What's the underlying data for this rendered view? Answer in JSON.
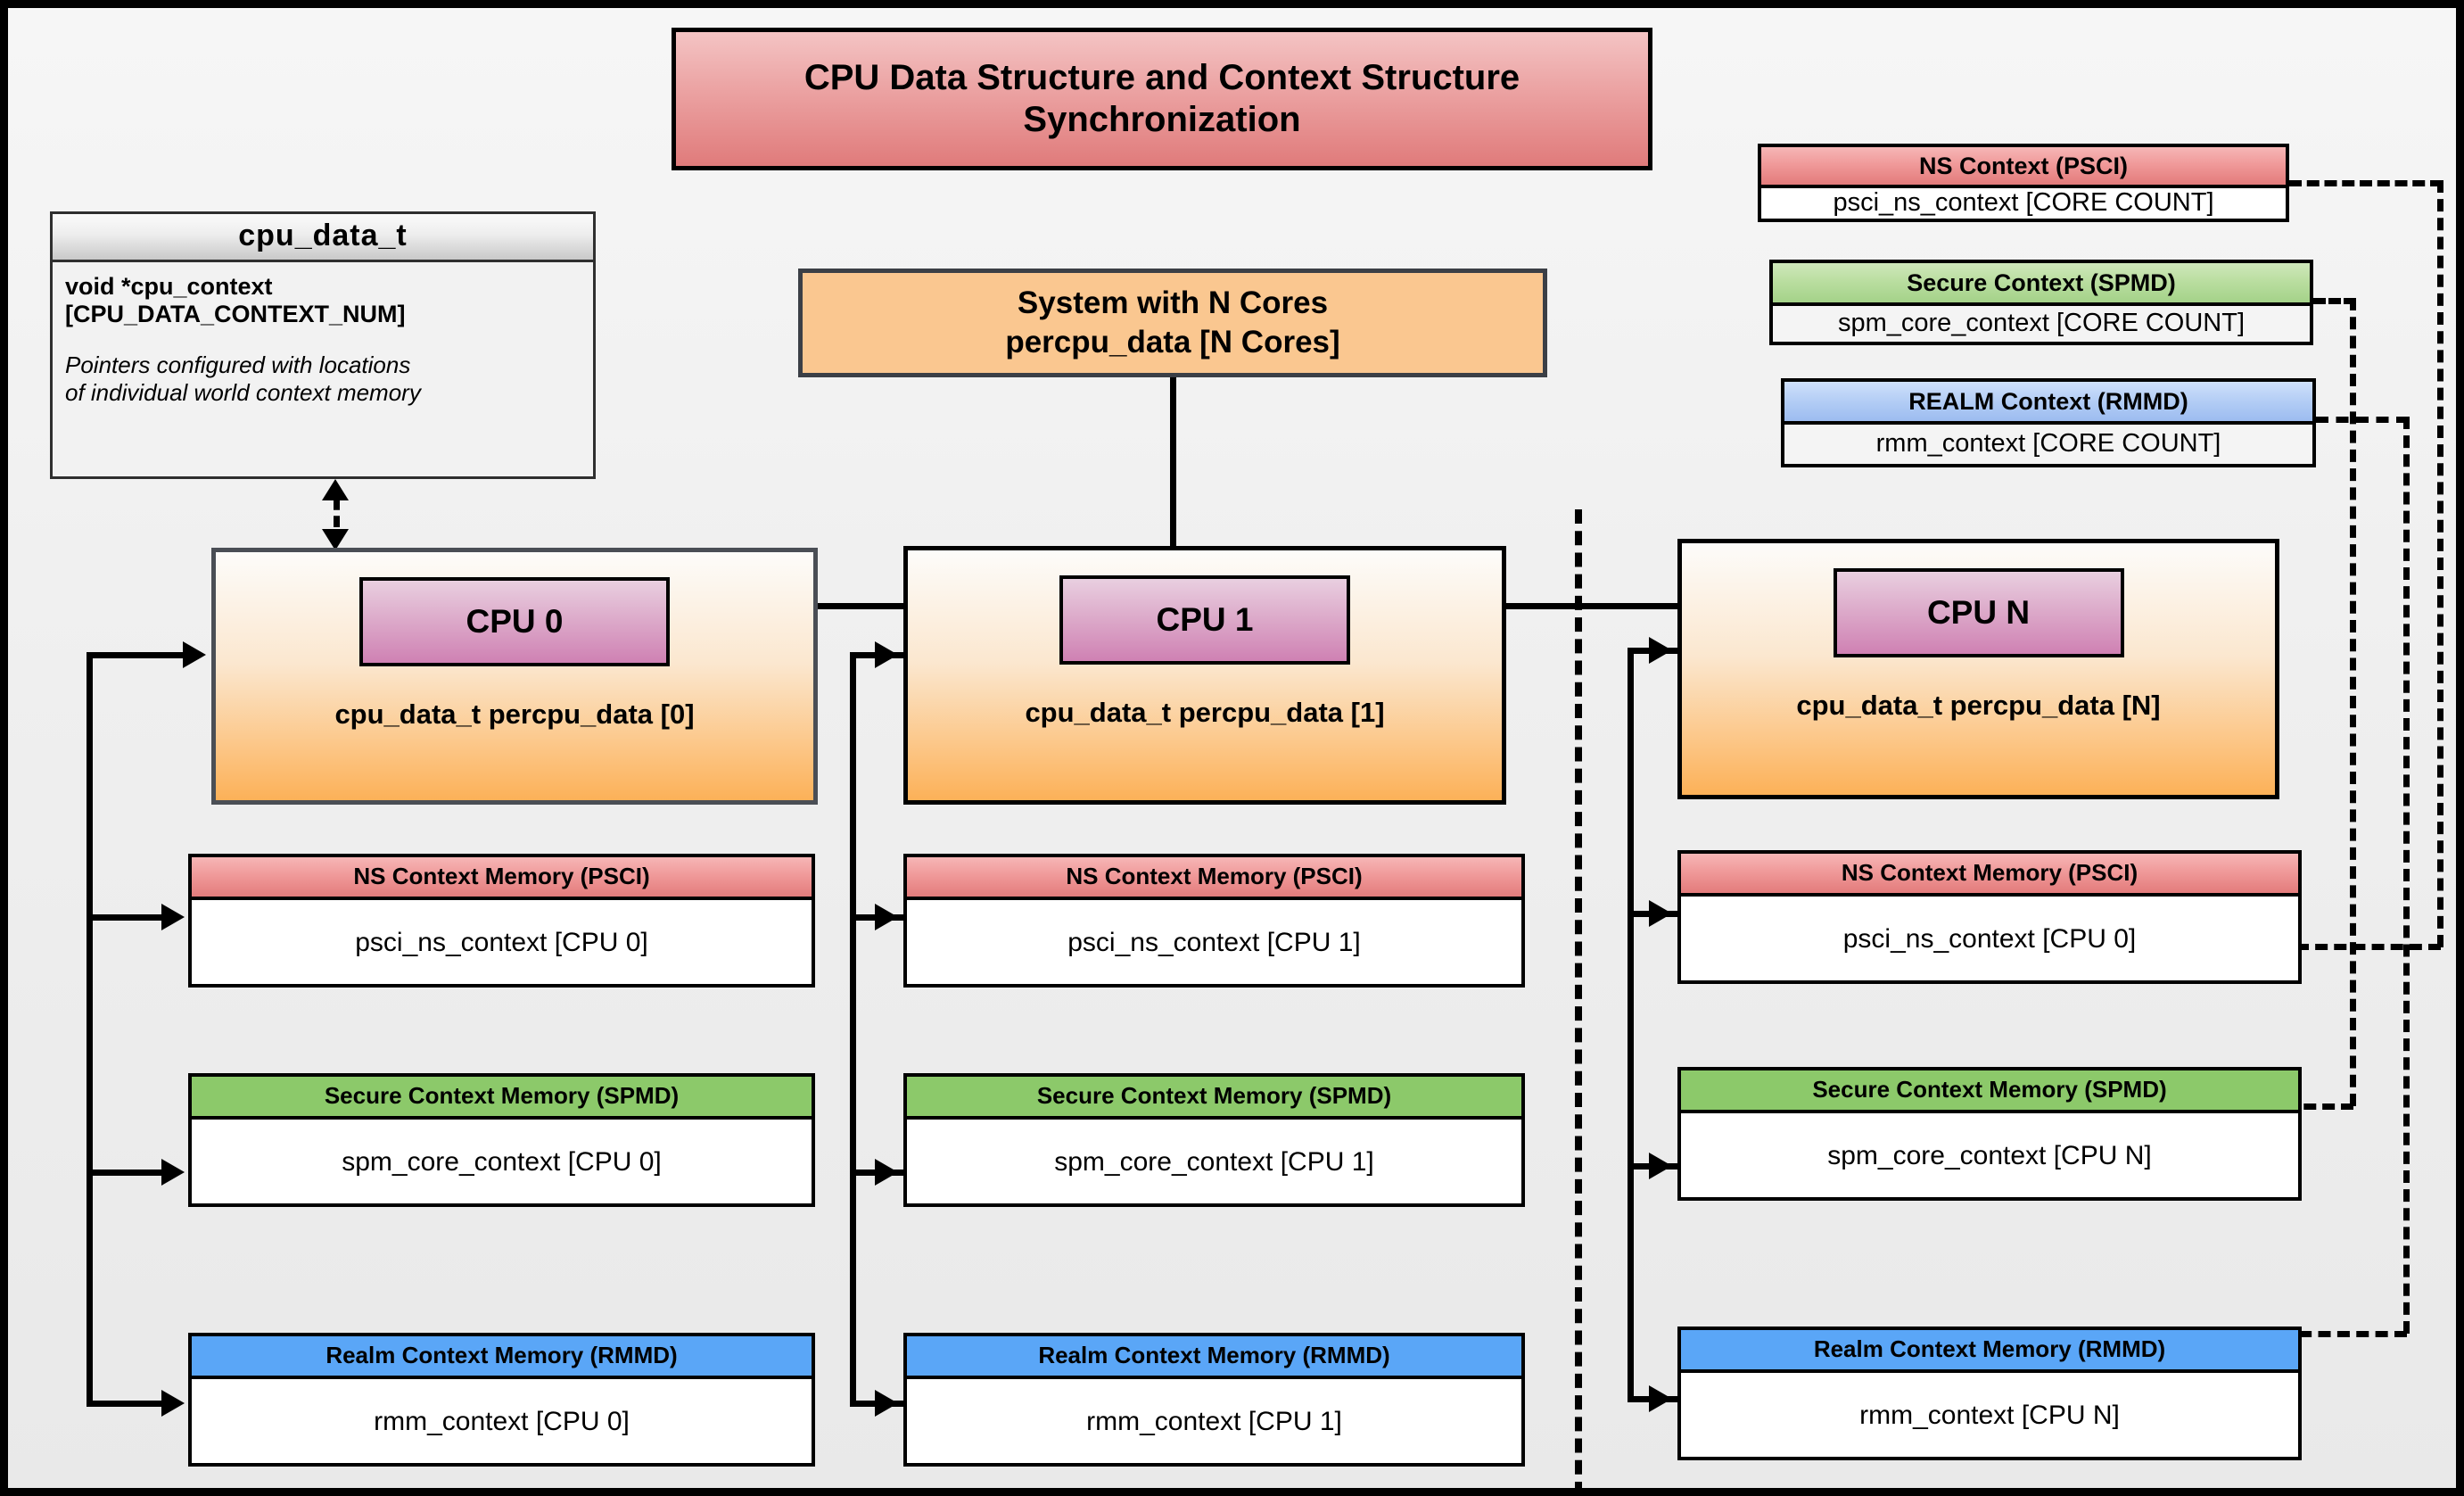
{
  "diagram": {
    "title": "CPU Data Structure and Context Structure Synchronization",
    "background_color": "#ededed",
    "border_color": "#000000"
  },
  "cpu_data_t": {
    "header": "cpu_data_t",
    "field": "void  *cpu_context [CPU_DATA_CONTEXT_NUM]",
    "field_line1": "void  *cpu_context",
    "field_line2": "[CPU_DATA_CONTEXT_NUM]",
    "note_line1": "Pointers configured with locations",
    "note_line2": "of individual world context memory"
  },
  "system": {
    "line1": "System with N Cores",
    "line2": "percpu_data [N Cores]",
    "fill_color": "#fac790"
  },
  "global_contexts": [
    {
      "id": "ns",
      "header": "NS Context  (PSCI)",
      "body": "psci_ns_context [CORE COUNT]",
      "accent": "#e37b7b"
    },
    {
      "id": "secure",
      "header": "Secure Context (SPMD)",
      "body": "spm_core_context [CORE COUNT]",
      "accent": "#a4d289"
    },
    {
      "id": "realm",
      "header": "REALM Context (RMMD)",
      "body": "rmm_context [CORE COUNT]",
      "accent": "#9dbcf0"
    }
  ],
  "cpus": [
    {
      "tag": "CPU 0",
      "caption": "cpu_data_t percpu_data [0]",
      "contexts": [
        {
          "id": "ns",
          "header": "NS Context Memory (PSCI)",
          "body": "psci_ns_context [CPU 0]"
        },
        {
          "id": "secure",
          "header": "Secure Context Memory (SPMD)",
          "body": "spm_core_context [CPU 0]"
        },
        {
          "id": "realm",
          "header": "Realm Context Memory (RMMD)",
          "body": "rmm_context [CPU 0]"
        }
      ]
    },
    {
      "tag": "CPU 1",
      "caption": "cpu_data_t percpu_data [1]",
      "contexts": [
        {
          "id": "ns",
          "header": "NS Context Memory (PSCI)",
          "body": "psci_ns_context [CPU 1]"
        },
        {
          "id": "secure",
          "header": "Secure Context Memory (SPMD)",
          "body": "spm_core_context [CPU 1]"
        },
        {
          "id": "realm",
          "header": "Realm Context Memory (RMMD)",
          "body": "rmm_context [CPU 1]"
        }
      ]
    },
    {
      "tag": "CPU N",
      "caption": "cpu_data_t percpu_data [N]",
      "contexts": [
        {
          "id": "ns",
          "header": "NS Context Memory (PSCI)",
          "body": "psci_ns_context [CPU 0]"
        },
        {
          "id": "secure",
          "header": "Secure Context Memory (SPMD)",
          "body": "spm_core_context [CPU N]"
        },
        {
          "id": "realm",
          "header": "Realm Context Memory (RMMD)",
          "body": "rmm_context [CPU N]"
        }
      ]
    }
  ]
}
